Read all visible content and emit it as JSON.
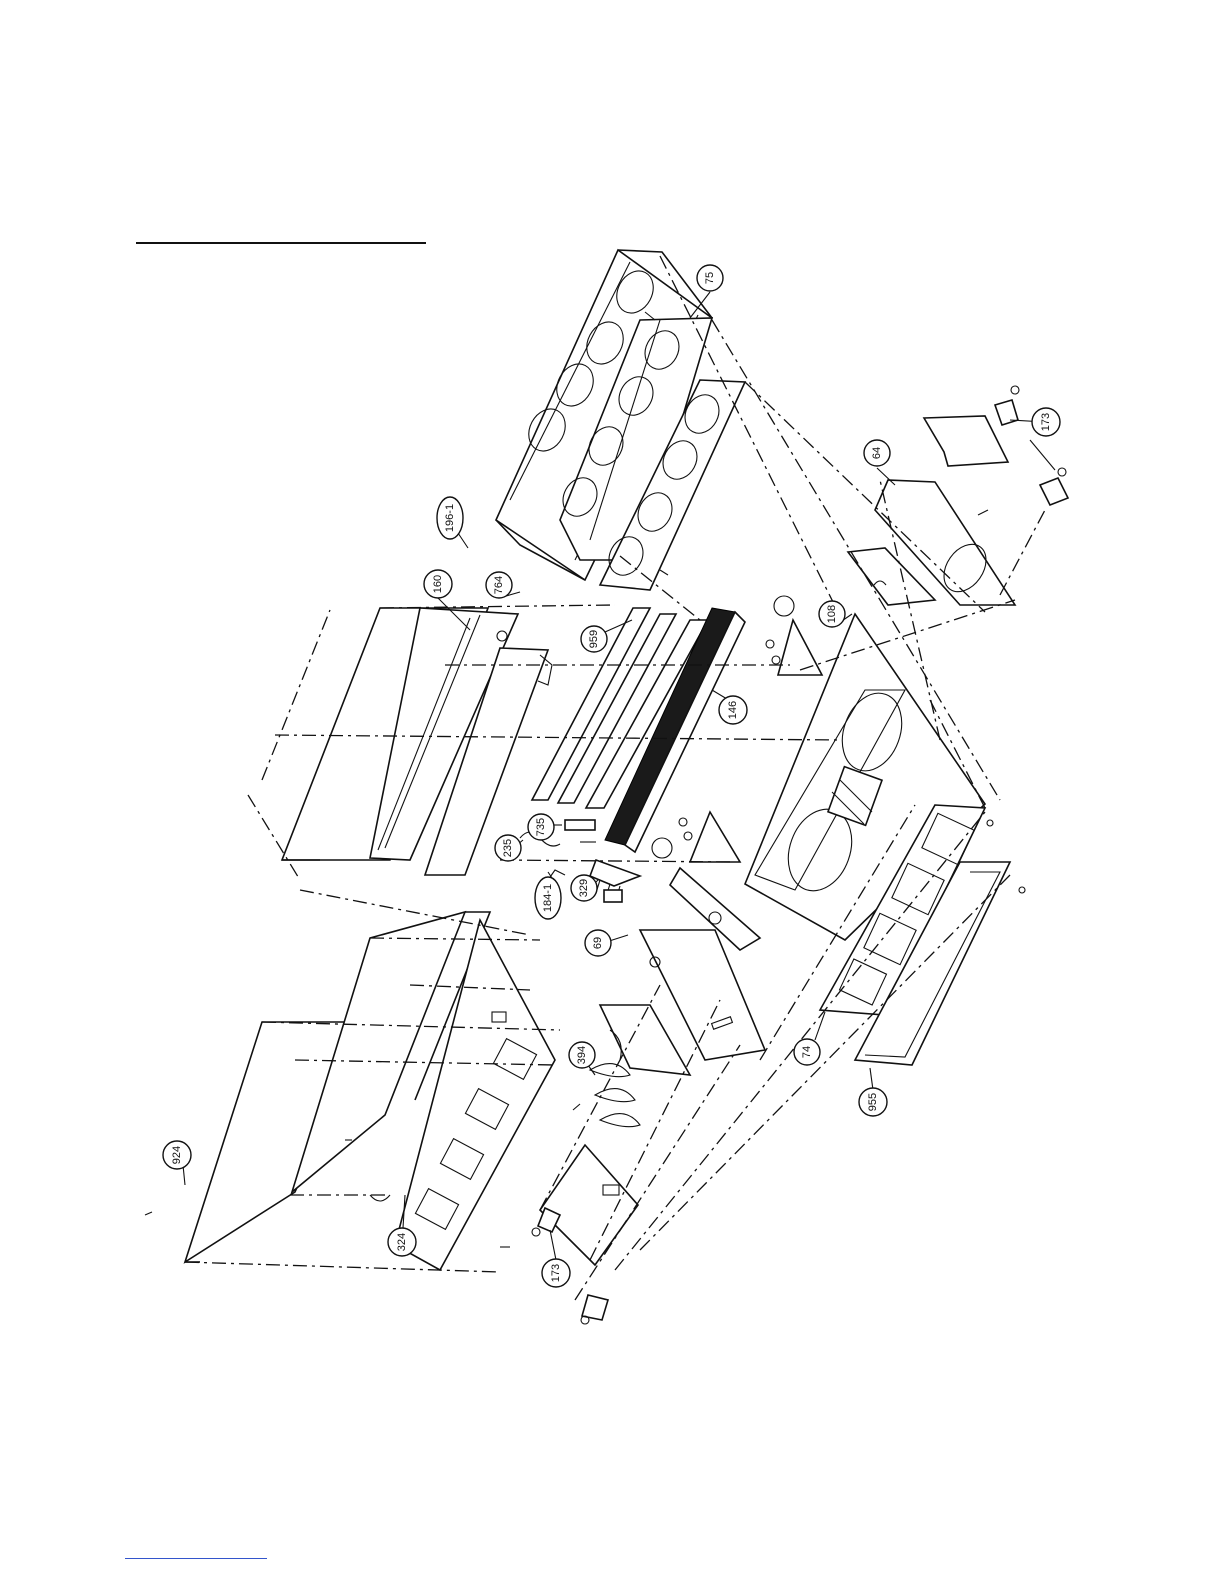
{
  "diagram": {
    "callouts": [
      {
        "id": "c75",
        "label": "75"
      },
      {
        "id": "c64",
        "label": "64"
      },
      {
        "id": "c173a",
        "label": "173"
      },
      {
        "id": "c196",
        "label": "196-1"
      },
      {
        "id": "c160",
        "label": "160"
      },
      {
        "id": "c764",
        "label": "764"
      },
      {
        "id": "c959",
        "label": "959"
      },
      {
        "id": "c108",
        "label": "108"
      },
      {
        "id": "c146",
        "label": "146"
      },
      {
        "id": "c735",
        "label": "735"
      },
      {
        "id": "c235",
        "label": "235"
      },
      {
        "id": "c184",
        "label": "184-1"
      },
      {
        "id": "c329",
        "label": "329"
      },
      {
        "id": "c69",
        "label": "69"
      },
      {
        "id": "c394",
        "label": "394"
      },
      {
        "id": "c74",
        "label": "74"
      },
      {
        "id": "c955",
        "label": "955"
      },
      {
        "id": "c924",
        "label": "924"
      },
      {
        "id": "c324",
        "label": "324"
      },
      {
        "id": "c173b",
        "label": "173"
      }
    ]
  }
}
